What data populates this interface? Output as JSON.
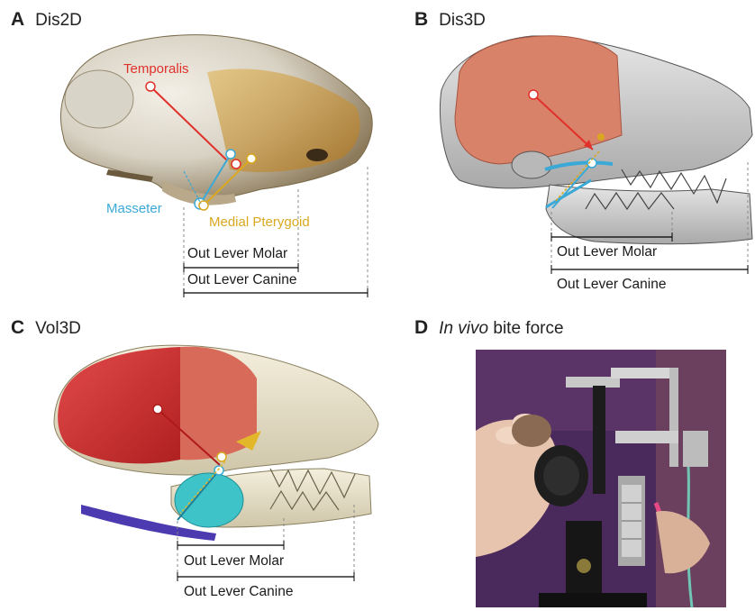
{
  "panels": {
    "a": {
      "letter": "A",
      "title": "Dis2D"
    },
    "b": {
      "letter": "B",
      "title": "Dis3D"
    },
    "c": {
      "letter": "C",
      "title": "Vol3D"
    },
    "d": {
      "letter": "D",
      "title_italic": "In vivo",
      "title_rest": "bite force"
    }
  },
  "muscles": {
    "temporalis": "Temporalis",
    "masseter": "Masseter",
    "medial_pterygoid": "Medial Pterygoid"
  },
  "levers": {
    "molar": "Out Lever Molar",
    "canine": "Out Lever Canine"
  },
  "colors": {
    "temporalis": "#e0302a",
    "masseter": "#3aa9d6",
    "medial_pterygoid": "#d9a820",
    "skull_gray": "#cfcfcf",
    "skull_bone": "#e8e2cf"
  }
}
